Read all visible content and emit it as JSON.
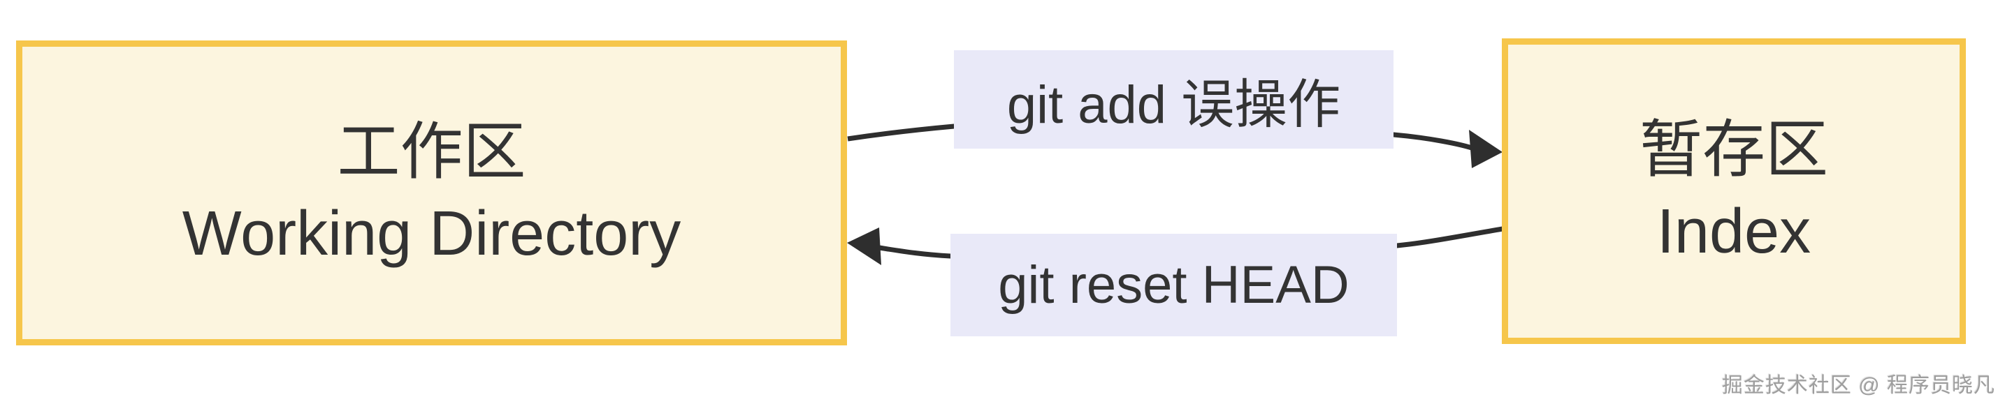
{
  "diagram": {
    "nodes": {
      "working": {
        "line1": "工作区",
        "line2": "Working Directory"
      },
      "index": {
        "line1": "暂存区",
        "line2": "Index"
      }
    },
    "edges": {
      "add": {
        "label": "git add 误操作",
        "direction": "left-to-right"
      },
      "reset": {
        "label": "git reset HEAD",
        "direction": "right-to-left"
      }
    },
    "watermark": "掘金技术社区 @ 程序员晓凡",
    "colors": {
      "node_fill": "#fcf5df",
      "node_border": "#f6c64b",
      "edge_label_bg": "#e9e9f8",
      "text": "#333333",
      "arrow": "#2e2e2e",
      "watermark": "#9e9e9e"
    }
  }
}
